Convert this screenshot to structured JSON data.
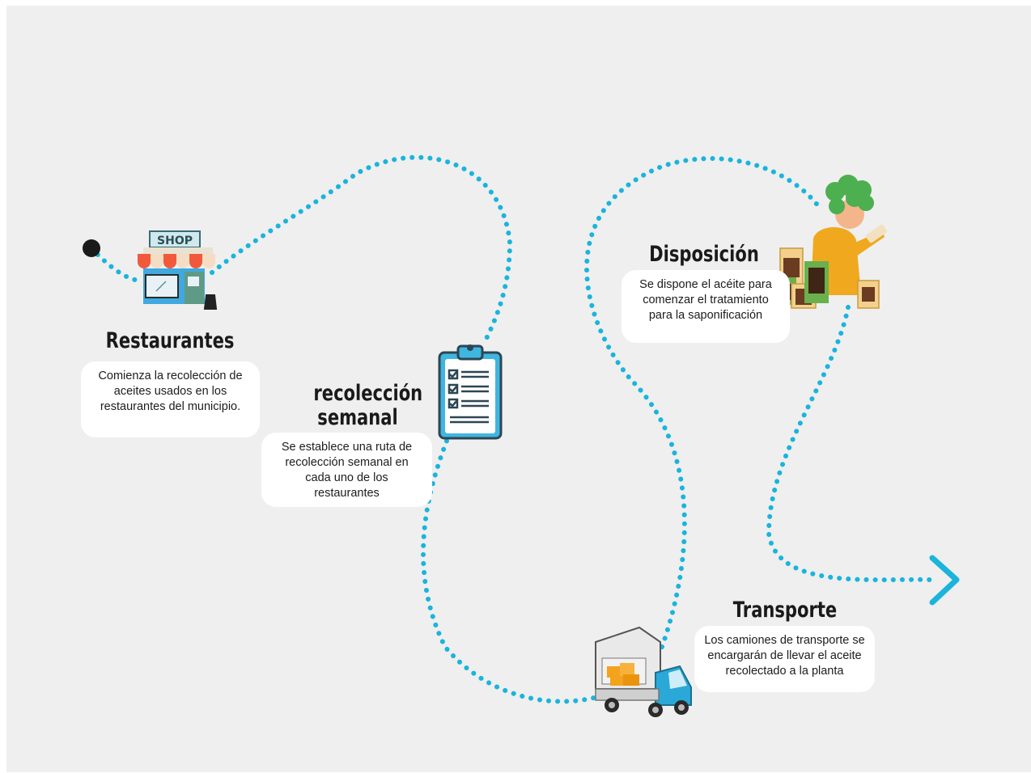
{
  "diagram": {
    "stages": [
      {
        "id": "restaurantes",
        "title": "Restaurantes",
        "description": "Comienza la recolección de aceites usados en los restaurantes del municipio.",
        "icon": "shop-icon",
        "icon_text": "SHOP"
      },
      {
        "id": "recoleccion",
        "title": "recolección semanal",
        "description": "Se establece una ruta de recolección semanal en cada uno de los restaurantes",
        "icon": "clipboard-checklist-icon"
      },
      {
        "id": "transporte",
        "title": "Transporte",
        "description": "Los camiones de transporte se encargarán de llevar el aceite recolectado a la planta",
        "icon": "delivery-truck-icon"
      },
      {
        "id": "disposicion",
        "title": "Disposición",
        "description": "Se dispone el acéite para comenzar el tratamiento para la saponificación",
        "icon": "person-with-jars-icon"
      }
    ],
    "colors": {
      "path": "#1ab4dc",
      "background": "#efefef",
      "card": "#ffffff",
      "title": "#1a1a1a"
    }
  }
}
